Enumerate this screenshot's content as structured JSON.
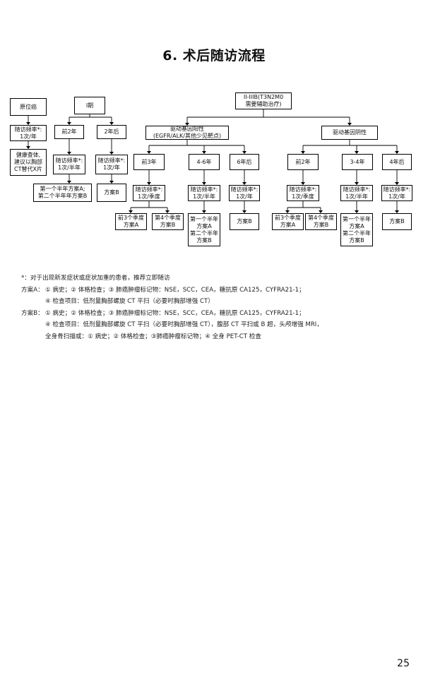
{
  "title": "6. 术后随访流程",
  "flowchart": {
    "root": "II-IIIB(T3N2M0\n需要辅助治疗)",
    "positive_branch": "驱动基因阳性\n(EGFR/ALK/其他少见靶点)",
    "negative_branch": "驱动基因阴性",
    "insitu": "原位癌",
    "insitu_freq": "随访频率*:\n1次/年",
    "insitu_exam": "健康查体,\n建议以胸部\nCT替代X片",
    "stage1": "I期",
    "s1_first2": "前2年",
    "s1_after2": "2年后",
    "s1_freq_first2": "随访频率*:\n1次/半年",
    "s1_freq_after2": "随访频率*:\n1次/年",
    "s1_plan_first2": "第一个半年方案A;\n第二个半年年方案B",
    "s1_plan_after2": "方案B",
    "pos_first3": "前3年",
    "pos_4_6": "4-6年",
    "pos_after6": "6年后",
    "pos_freq_first3": "随访频率*:\n1次/季度",
    "pos_freq_4_6": "随访频率*:\n1次/半年",
    "pos_freq_after6": "随访频率*:\n1次/年",
    "pos_q13": "前3个季度\n方案A",
    "pos_q4": "第4个季度\n方案B",
    "pos_halves": "第一个半年\n方案A\n第二个半年\n方案B",
    "pos_after6_plan": "方案B",
    "neg_first2": "前2年",
    "neg_3_4": "3-4年",
    "neg_after4": "4年后",
    "neg_freq_first2": "随访频率*:\n1次/季度",
    "neg_freq_3_4": "随访频率*:\n1次/半年",
    "neg_freq_after4": "随访频率*:\n1次/年",
    "neg_q13": "前3个季度\n方案A",
    "neg_q4": "第4个季度\n方案B",
    "neg_halves": "第一个半年\n方案A\n第二个半年\n方案B",
    "neg_after4_plan": "方案B"
  },
  "notes": {
    "star": "*：对于出现新发症状或症状加重的患者，推荐立即随访",
    "planA_label": "方案A：",
    "planA_line1": "① 病史；② 体格检查；③ 肺癌肿瘤标记物：NSE，SCC，CEA，糖抗原 CA125，CYFRA21-1；",
    "planA_line2": "④ 检查项目：低剂量胸部螺旋 CT 平扫（必要时胸部增强 CT）",
    "planB_label": "方案B：",
    "planB_line1": "① 病史；② 体格检查；③ 肺癌肿瘤标记物：NSE，SCC，CEA，糖抗原 CA125，CYFRA21-1；",
    "planB_line2": "④ 检查项目：低剂量胸部螺旋 CT 平扫（必要时胸部增强 CT），腹部 CT 平扫或 B 超，头颅增强 MRI，",
    "planB_line3": "全身骨扫描或：① 病史；② 体格检查；③肺癌肿瘤标记物；④ 全身 PET-CT 检查"
  },
  "page_number": "25"
}
